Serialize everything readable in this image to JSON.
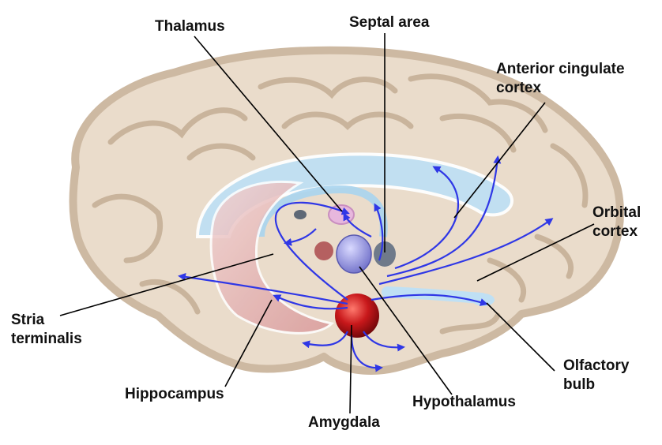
{
  "labels": {
    "thalamus": "Thalamus",
    "septal_area": "Septal area",
    "anterior_cingulate": [
      "Anterior cingulate",
      "cortex"
    ],
    "orbital_cortex": [
      "Orbital",
      "cortex"
    ],
    "stria_terminalis": [
      "Stria",
      "terminalis"
    ],
    "olfactory_bulb": [
      "Olfactory",
      "bulb"
    ],
    "hippocampus": "Hippocampus",
    "hypothalamus": "Hypothalamus",
    "amygdala": "Amygdala"
  },
  "colors": {
    "brain_fill": "#eadccb",
    "brain_outline": "#cdb9a2",
    "gyri_line": "#c9b49c",
    "corpus_callosum": "#bfe0f4",
    "fornix": "#a9d4ee",
    "hippocampus": "#e6b7b7",
    "amygdala": "#c8181b",
    "hypothalamus": "#8f8fd8",
    "pathway": "#2f37e6",
    "leader_line": "#000000"
  }
}
